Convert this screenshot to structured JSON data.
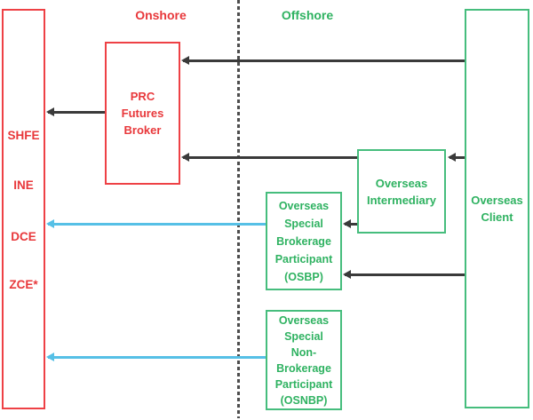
{
  "diagram": {
    "regions": {
      "onshore_label": "Onshore",
      "offshore_label": "Offshore"
    },
    "exchanges": {
      "items": [
        "SHFE",
        "INE",
        "DCE",
        "ZCE*"
      ]
    },
    "nodes": {
      "prc_broker": "PRC\nFutures\nBroker",
      "intermediary": "Overseas\nIntermediary",
      "osbp": "Overseas\nSpecial\nBrokerage\nParticipant\n(OSBP)",
      "osnbp": "Overseas\nSpecial\nNon-\nBrokerage\nParticipant\n(OSNBP)",
      "client": "Overseas\nClient"
    },
    "colors": {
      "onshore_red": "#e8383b",
      "offshore_green": "#2fb261",
      "arrow_black": "#3a3a3a",
      "arrow_blue": "#56c0e6",
      "divider_gray": "#4d4d4d"
    },
    "connections": [
      {
        "from": "Overseas Client",
        "to": "PRC Futures Broker",
        "color": "black"
      },
      {
        "from": "PRC Futures Broker",
        "to": "Exchanges (SHFE/INE/DCE/ZCE*)",
        "color": "black"
      },
      {
        "from": "Overseas Client",
        "to": "Overseas Intermediary",
        "color": "black"
      },
      {
        "from": "Overseas Intermediary",
        "to": "PRC Futures Broker",
        "color": "black"
      },
      {
        "from": "Overseas Intermediary",
        "to": "OSBP",
        "color": "black"
      },
      {
        "from": "Overseas Client",
        "to": "OSBP",
        "color": "black"
      },
      {
        "from": "OSBP",
        "to": "Exchanges (SHFE/INE/DCE/ZCE*)",
        "color": "blue"
      },
      {
        "from": "OSNBP",
        "to": "Exchanges (SHFE/INE/DCE/ZCE*)",
        "color": "blue"
      }
    ]
  }
}
